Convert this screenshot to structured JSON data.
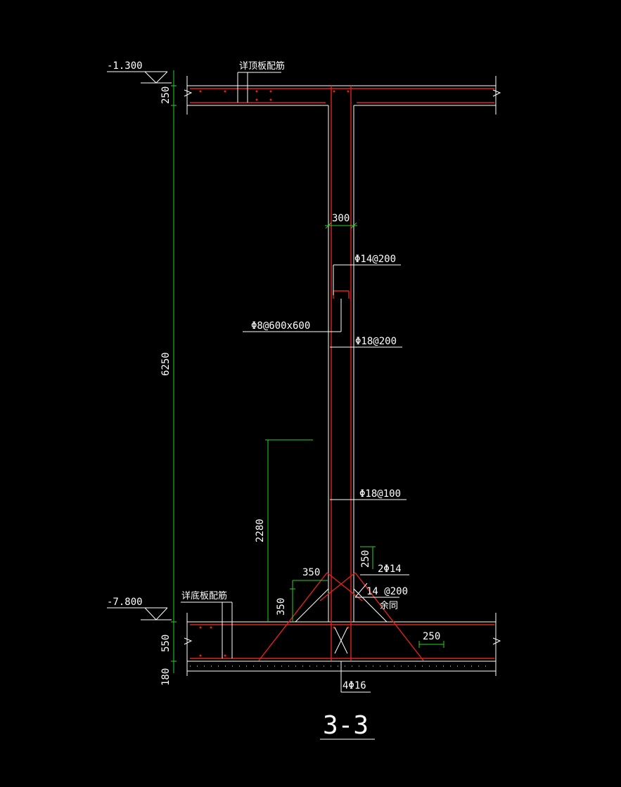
{
  "section_title": "3-3",
  "elevations": {
    "top": "-1.300",
    "bottom": "-7.800"
  },
  "notes": {
    "top_slab": "详顶板配筋",
    "bottom_slab": "详底板配筋",
    "rest_same": "余同"
  },
  "dimensions": {
    "top_slab_thickness": "250",
    "wall_height": "6250",
    "bottom_slab_thickness": "550",
    "bedding": "180",
    "wall_thickness": "300",
    "haunch_width": "350",
    "haunch_height": "350",
    "haunch_zone_height": "2280",
    "bar_spacing_250_a": "250",
    "bar_spacing_250_b": "250"
  },
  "rebar": {
    "vertical_upper": "Φ14@200",
    "tie_bars": "Φ8@600x600",
    "horizontal": "Φ18@200",
    "vertical_lower": "Φ18@100",
    "haunch_bars": "2Φ14",
    "haunch_dist": "14 @200",
    "bottom_bars": "4Φ16"
  },
  "colors": {
    "background": "#000000",
    "concrete_outline": "#ffffff",
    "rebar": "#e0221a",
    "dimension": "#25d425"
  }
}
